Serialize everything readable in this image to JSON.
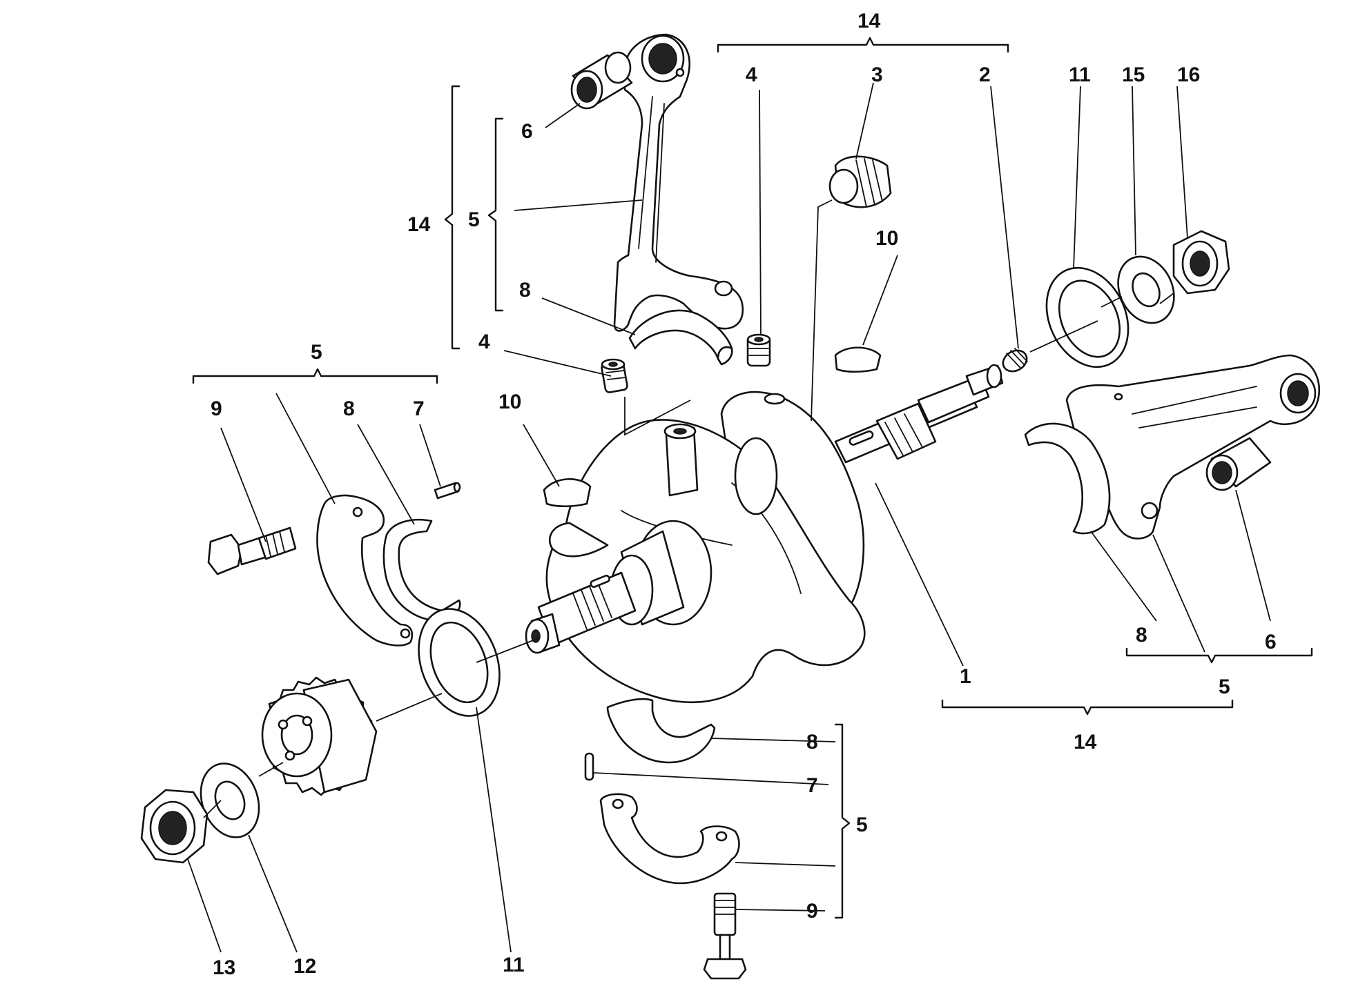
{
  "labels": {
    "l_14_top": "14",
    "l_4_top": "4",
    "l_3": "3",
    "l_2": "2",
    "l_11_tr": "11",
    "l_15": "15",
    "l_16": "16",
    "l_6_tl": "6",
    "l_14_left": "14",
    "l_5_left": "5",
    "l_10_up": "10",
    "l_8_tl": "8",
    "l_4_mid": "4",
    "l_5_ml": "5",
    "l_9_l": "9",
    "l_8_l": "8",
    "l_7_l": "7",
    "l_10_mid": "10",
    "l_8_r": "8",
    "l_6_r": "6",
    "l_5_r": "5",
    "l_1": "1",
    "l_14_r": "14",
    "l_8_b": "8",
    "l_7_b": "7",
    "l_5_b": "5",
    "l_9_b": "9",
    "l_13": "13",
    "l_12": "12",
    "l_11_b": "11"
  },
  "colors": {
    "line": "#111111",
    "background": "#ffffff"
  }
}
